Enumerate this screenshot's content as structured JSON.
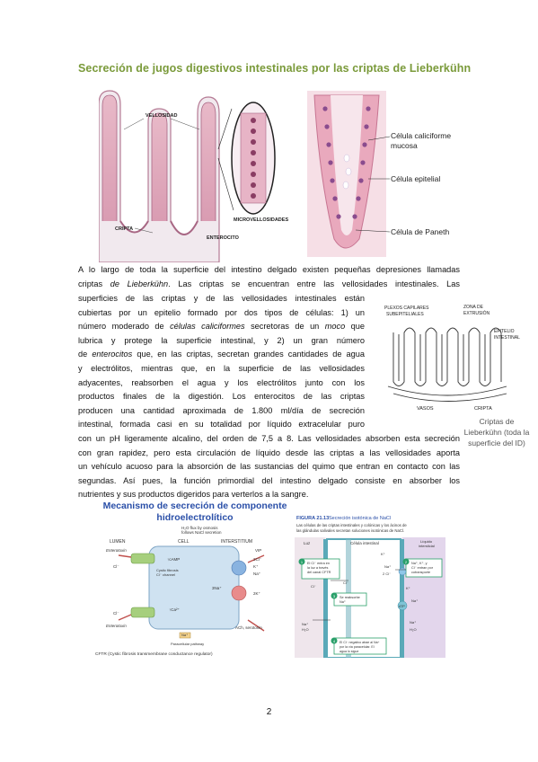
{
  "title": "Secreción de jugos digestivos intestinales por las criptas de Lieberkühn",
  "fig_top": {
    "villi_label": "VELLOSIDAD",
    "crypt_label": "CRIPTA",
    "enterocyte_label": "ENTEROCITO",
    "microvilli_label": "MICROVELLOSIDADES",
    "goblet_label_1": "Célula caliciforme",
    "goblet_label_2": "mucosa",
    "epithelial_label": "Célula epitelial",
    "paneth_label": "Célula de Paneth"
  },
  "paragraph": {
    "l1": "A lo largo de toda la superficie del intestino delgado existen pequeñas depresiones llamadas",
    "l2a": "criptas ",
    "l2b": "de Lieberkühn",
    "l2c": ". Las criptas se encuentran entre las vellosidades intestinales. Las",
    "l3": "superficies de las criptas y de las vellosidades intestinales están",
    "l4": "cubiertas por un epitelio formado por dos tipos de células: 1) un",
    "l5a": "número moderado de ",
    "l5b": "células caliciformes",
    "l5c": " secretoras de un ",
    "l5d": "moco",
    "l5e": " que",
    "l6": "lubrica y protege la superficie intestinal, y 2) un gran número",
    "l7a": "de ",
    "l7b": "enterocitos",
    "l7c": " que, en las criptas, secretan grandes cantidades de agua",
    "l8": "y electrólitos, mientras que, en la superficie de las vellosidades",
    "l9": "adyacentes, reabsorben el agua y los electrólitos junto con los",
    "l10": "productos finales de la digestión. Los enterocitos de las criptas",
    "l11": "producen una cantidad aproximada de 1.800 ml/día de secreción",
    "l12": "intestinal, formada casi en su totalidad por líquido extracelular puro",
    "l13": "con un pH ligeramente alcalino, del orden de 7,5 a 8. Las vellosidades absorben esta secreción",
    "l14": "con gran rapidez, pero esta circulación de líquido desde las criptas a las vellosidades aporta",
    "l15": "un vehículo acuoso para la absorción de las sustancias del quimo que entran en contacto con las",
    "l16": "segundas. Así pues, la función primordial del intestino delgado consiste en absorber los",
    "l17": "nutrientes y sus productos digeridos para verterlos a la sangre."
  },
  "sketch": {
    "note_capillaries_1": "PLEXOS CAPILARES",
    "note_capillaries_2": "SUBEPITELIALES",
    "note_extrusion_1": "ZONA DE",
    "note_extrusion_2": "EXTRUSIÓN",
    "note_epithelium_1": "EPITELIO",
    "note_epithelium_2": "INTESTINAL",
    "note_vessels": "VASOS",
    "note_crypt": "CRIPTA",
    "caption_1": "Criptas de",
    "caption_2": "Lieberkühn (toda la",
    "caption_3": "superficie del ID)"
  },
  "fig_left": {
    "title_1": "Mecanismo de secreción de componente",
    "title_2": "hidroelectrolítico",
    "h2o_note_1": "H₂O flux by osmosis",
    "h2o_note_2": "follows NaCl secretion",
    "lumen": "LUMEN",
    "cell": "CELL",
    "interstitium": "INTERSTITIUM",
    "enterotoxin": "Enterotoxin",
    "vip": "VIP",
    "camp": "↑cAMP",
    "cftr_1": "Cystic fibrosis",
    "cftr_2": "Cl⁻ channel",
    "cl": "Cl⁻",
    "two_cl": "2Cl⁻",
    "k": "K⁺",
    "na": "Na⁺",
    "three_na": "3Na⁺",
    "two_k": "2K⁺",
    "ca": "↑Ca²⁺",
    "ach": "ACh, serotonin",
    "paracellular": "Paracellular pathway",
    "footer": "CFTR (Cystic fibrosis transmembrane conductance regulator)"
  },
  "fig_right": {
    "fig_num": "FIGURA 21.13",
    "fig_title": "Secreción isotónica de NaCl",
    "desc_1": "Las células de las criptas intestinales y colónicas y los ácinos de",
    "desc_2": "las glándulas salivales secretan soluciones isotónicas de NaCl.",
    "lumen": "Luz",
    "cell": "Célula intestinal",
    "fluid_1": "Líquido",
    "fluid_2": "intersticial",
    "step1_1": "El Cl⁻ entra en",
    "step1_2": "la luz a través",
    "step1_3": "del canal CFTR",
    "step2_1": "Na⁺, K⁺, y",
    "step2_2": "Cl⁻ entran por",
    "step2_3": "cotransporte",
    "step3_1": "Se reabsorbe",
    "step3_2": "Na⁺",
    "step4_1": "El Cl⁻ negativo atrae al Na⁺",
    "step4_2": "por la vía paracelular. El",
    "step4_3": "agua lo sigue",
    "n1": "1",
    "n2": "2",
    "n3": "3",
    "n4": "4",
    "k": "K⁺",
    "cl": "Cl⁻",
    "two_cl": "2 Cl⁻",
    "na": "Na⁺",
    "atp": "ATP",
    "h2o": "H₂O"
  },
  "page_number": "2"
}
